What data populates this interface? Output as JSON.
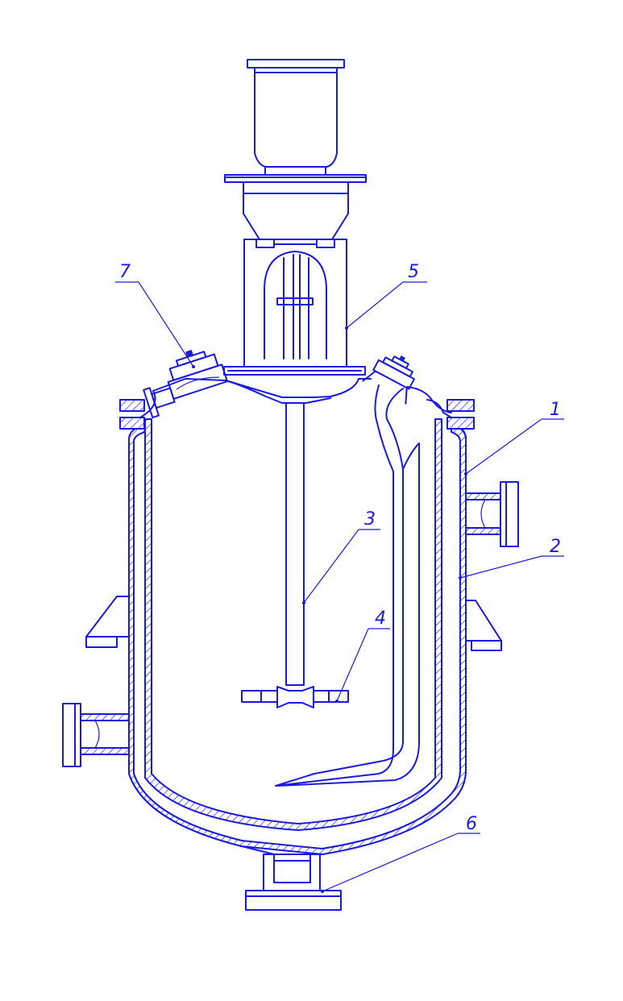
{
  "callouts": [
    {
      "id": "1",
      "text": "1"
    },
    {
      "id": "2",
      "text": "2"
    },
    {
      "id": "3",
      "text": "3"
    },
    {
      "id": "4",
      "text": "4"
    },
    {
      "id": "5",
      "text": "5"
    },
    {
      "id": "6",
      "text": "6"
    },
    {
      "id": "7",
      "text": "7"
    }
  ],
  "colors": {
    "line": "#1a1adc",
    "background": "#ffffff"
  }
}
